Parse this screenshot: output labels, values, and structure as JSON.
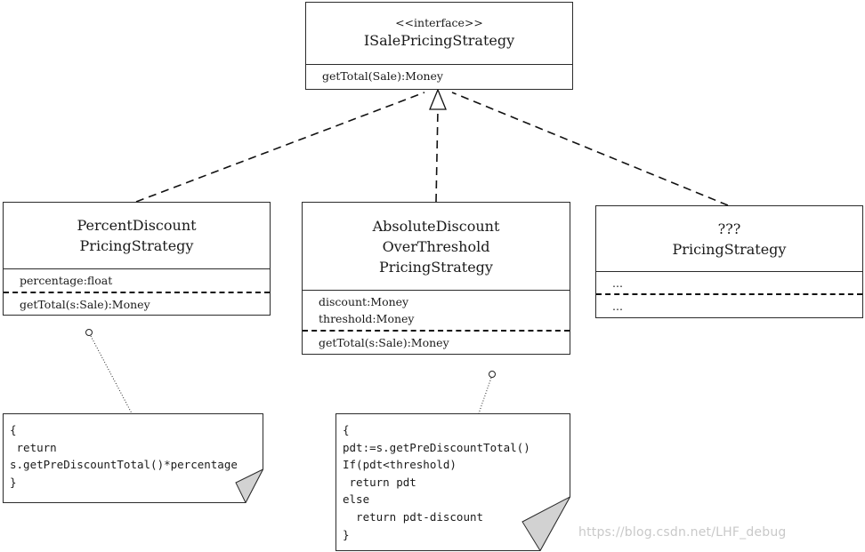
{
  "interface": {
    "stereotype": "<<interface>>",
    "name": "ISalePricingStrategy",
    "operations": [
      "getTotal(Sale):Money"
    ]
  },
  "classes": [
    {
      "name_lines": [
        "PercentDiscount",
        "PricingStrategy"
      ],
      "attributes": [
        "percentage:float"
      ],
      "operations": [
        "getTotal(s:Sale):Money"
      ]
    },
    {
      "name_lines": [
        "AbsoluteDiscount",
        "OverThreshold",
        "PricingStrategy"
      ],
      "attributes": [
        "discount:Money",
        "threshold:Money"
      ],
      "operations": [
        "getTotal(s:Sale):Money"
      ]
    },
    {
      "name_lines": [
        "???",
        "PricingStrategy"
      ],
      "attributes": [
        "..."
      ],
      "operations": [
        "..."
      ]
    }
  ],
  "notes": [
    {
      "lines": [
        "{",
        " return",
        "s.getPreDiscountTotal()*percentage",
        "}"
      ]
    },
    {
      "lines": [
        "{",
        "pdt:=s.getPreDiscountTotal()",
        "If(pdt<threshold)",
        " return pdt",
        "else",
        "  return pdt-discount",
        "}"
      ]
    }
  ],
  "relationships": [
    {
      "type": "realization",
      "from": "PercentDiscountPricingStrategy",
      "to": "ISalePricingStrategy"
    },
    {
      "type": "realization",
      "from": "AbsoluteDiscountOverThresholdPricingStrategy",
      "to": "ISalePricingStrategy"
    },
    {
      "type": "realization",
      "from": "???PricingStrategy",
      "to": "ISalePricingStrategy"
    }
  ],
  "watermark": "https://blog.csdn.net/LHF_debug"
}
